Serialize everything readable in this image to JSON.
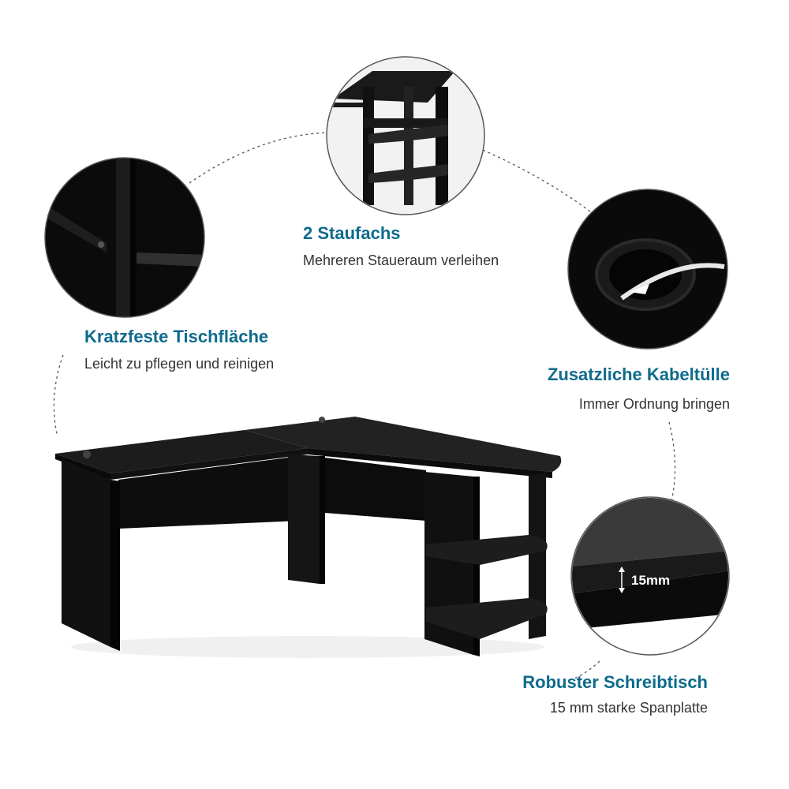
{
  "colors": {
    "accent": "#0e6b8c",
    "text": "#333333",
    "product": "#111111"
  },
  "features": {
    "shelves": {
      "title": "2 Staufachs",
      "subtitle": "Mehreren Staueraum verleihen"
    },
    "surface": {
      "title": "Kratzfeste Tischfläche",
      "subtitle": "Leicht zu pflegen und reinigen"
    },
    "grommet": {
      "title": "Zusatzliche Kabeltülle",
      "subtitle": "Immer Ordnung bringen"
    },
    "sturdy": {
      "title": "Robuster Schreibtisch",
      "subtitle": "15 mm starke Spanplatte",
      "thickness_label": "15mm"
    }
  }
}
